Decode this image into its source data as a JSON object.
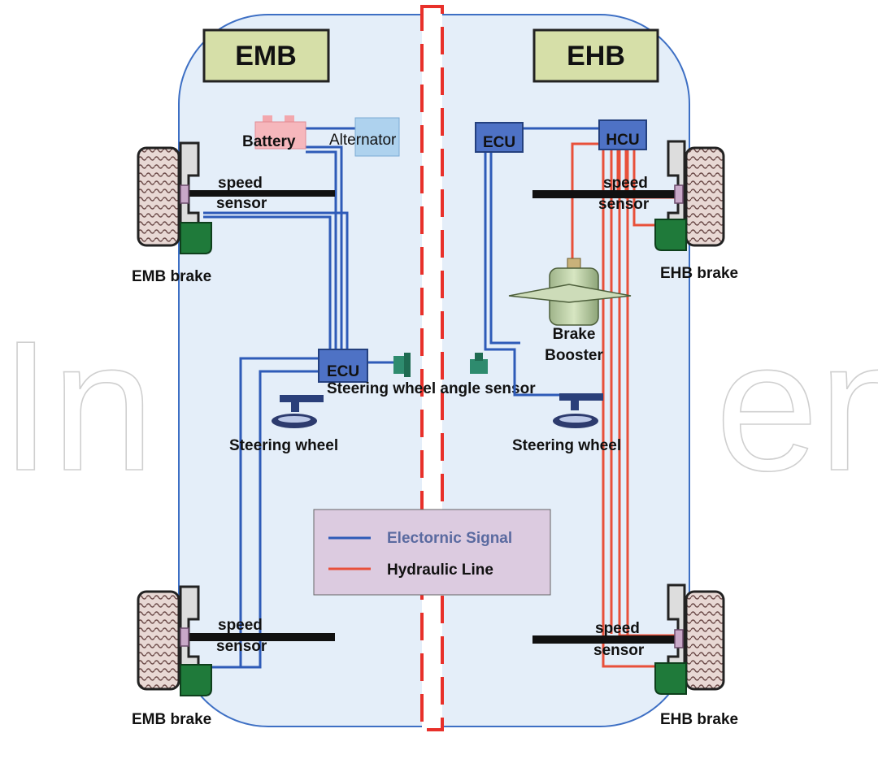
{
  "panels": {
    "left_title": "EMB",
    "right_title": "EHB"
  },
  "components": {
    "battery": "Battery",
    "alternator": "Alternator",
    "ecu_left": "ECU",
    "ecu_right": "ECU",
    "hcu": "HCU",
    "brake_booster_line1": "Brake",
    "brake_booster_line2": "Booster",
    "steering_wheel_angle_sensor": "Steering wheel angle sensor",
    "steering_wheel_left": "Steering wheel",
    "steering_wheel_right": "Steering wheel"
  },
  "wheels": {
    "speed_sensor_line1": "speed",
    "speed_sensor_line2": "sensor",
    "emb_brake": "EMB brake",
    "ehb_brake": "EHB brake"
  },
  "legend": {
    "items": [
      {
        "label": "Electornic Signal",
        "color": "#2e5bb8"
      },
      {
        "label": "Hydraulic Line",
        "color": "#e8503a"
      }
    ]
  },
  "watermark": {
    "left": "In",
    "right": "en"
  },
  "colors": {
    "body_fill": "#e4eef9",
    "body_stroke": "#3d6fc4",
    "title_box": "#d6dfa8",
    "divider": "#e8302a",
    "legend_fill": "#dccbe0"
  }
}
